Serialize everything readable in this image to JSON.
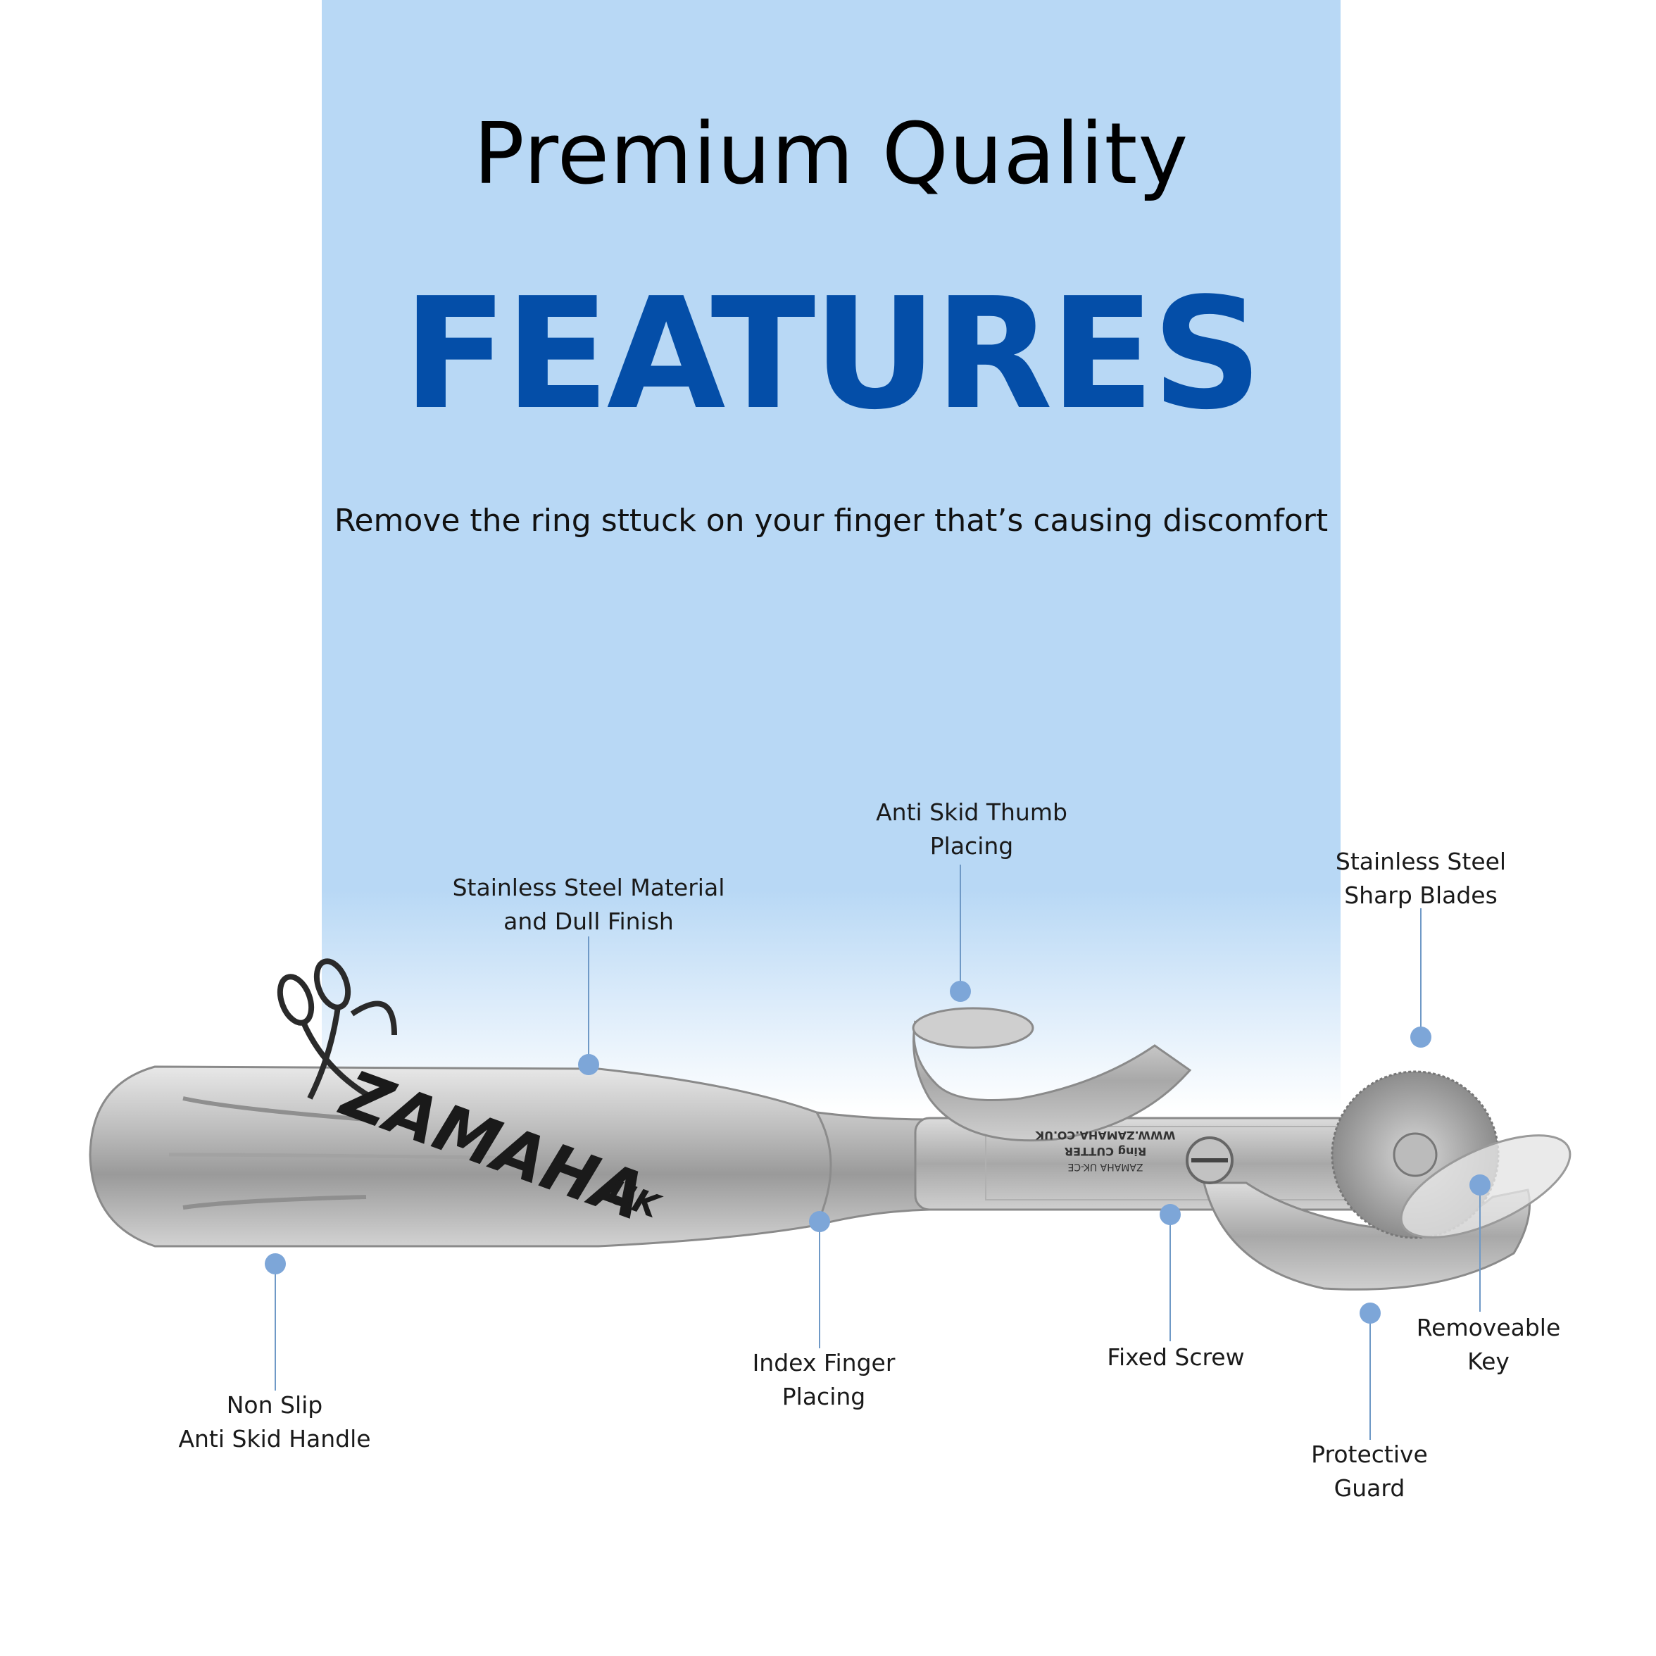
{
  "header": {
    "title": "Premium Quality",
    "headline": "FEATURES",
    "tagline": "Remove the ring sttuck on your finger that’s causing discomfort"
  },
  "colors": {
    "panel": "#b8d8f5",
    "headline": "#044ea8",
    "marker": "#7da6d8",
    "leader": "#6f99c6"
  },
  "brand": {
    "logo_text": "ZAMAHA",
    "logo_suffix": "UK",
    "engraving": [
      "WWW.ZAMAHA.CO.UK",
      "Ring CUTTER",
      "ZAMAHA UK-CE"
    ]
  },
  "callouts": [
    {
      "id": "non-slip-handle",
      "label": "Non Slip\nAnti Skid Handle"
    },
    {
      "id": "steel-material",
      "label": "Stainless Steel Material\nand Dull Finish"
    },
    {
      "id": "index-finger",
      "label": "Index Finger\nPlacing"
    },
    {
      "id": "thumb-placing",
      "label": "Anti Skid Thumb\nPlacing"
    },
    {
      "id": "fixed-screw",
      "label": "Fixed Screw"
    },
    {
      "id": "sharp-blades",
      "label": "Stainless Steel\nSharp Blades"
    },
    {
      "id": "protective-guard",
      "label": "Protective\nGuard"
    },
    {
      "id": "removeable-key",
      "label": "Removeable\nKey"
    }
  ]
}
